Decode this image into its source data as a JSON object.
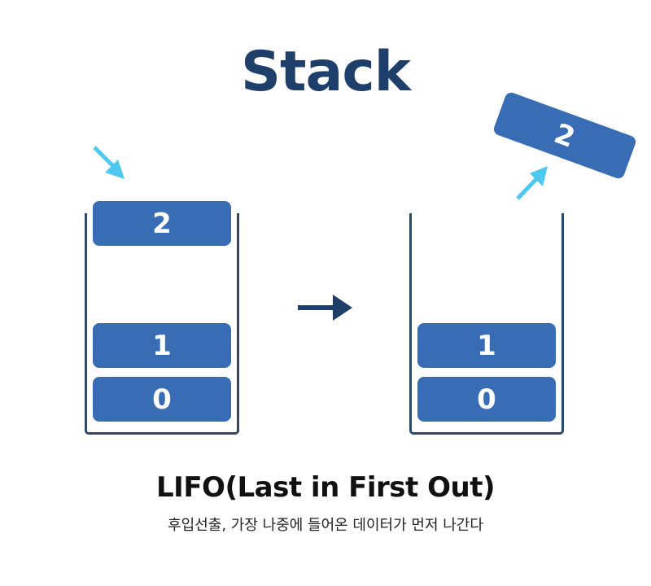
{
  "title": "Stack",
  "left_stack": {
    "blocks": [
      "2",
      "1",
      "0"
    ]
  },
  "right_stack": {
    "blocks": [
      "1",
      "0"
    ],
    "popped": "2"
  },
  "caption": {
    "main": "LIFO(Last in First Out)",
    "sub": "후입선출, 가장 나중에 들어온 데이터가 먼저 나간다"
  },
  "colors": {
    "title": "#1f3f6b",
    "block": "#386db5",
    "container": "#2e4a6b",
    "arrow_push_pop": "#4fc8f0",
    "arrow_transition": "#1f3f6b"
  }
}
